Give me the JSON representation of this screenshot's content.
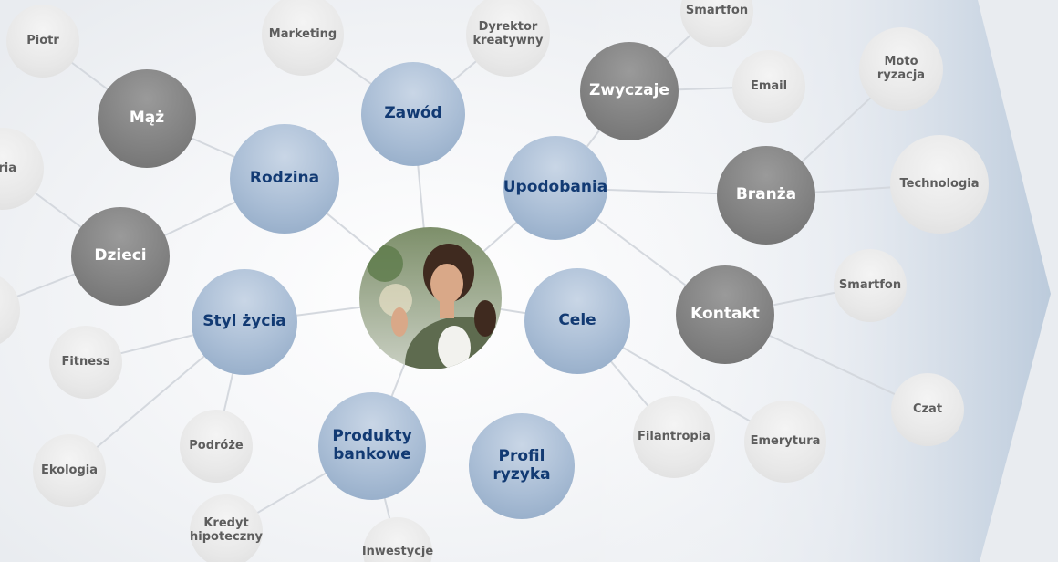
{
  "diagram": {
    "center_image": "woman-with-headset-photo",
    "nodes": [
      {
        "id": "zawod",
        "label": "Zawód",
        "style": "blue"
      },
      {
        "id": "rodzina",
        "label": "Rodzina",
        "style": "blue"
      },
      {
        "id": "upodobania",
        "label": "Upodobania",
        "style": "blue"
      },
      {
        "id": "styl",
        "label": "Styl życia",
        "style": "blue"
      },
      {
        "id": "cele",
        "label": "Cele",
        "style": "blue"
      },
      {
        "id": "produkty",
        "label": "Produkty\nbankowe",
        "style": "blue"
      },
      {
        "id": "profil",
        "label": "Profil ryzyka",
        "style": "blue"
      },
      {
        "id": "maz",
        "label": "Mąż",
        "style": "dark"
      },
      {
        "id": "dzieci",
        "label": "Dzieci",
        "style": "dark"
      },
      {
        "id": "zwyczaje",
        "label": "Zwyczaje",
        "style": "dark"
      },
      {
        "id": "branza",
        "label": "Branża",
        "style": "dark"
      },
      {
        "id": "kontakt",
        "label": "Kontakt",
        "style": "dark"
      },
      {
        "id": "piotr",
        "label": "Piotr",
        "style": "light"
      },
      {
        "id": "ria",
        "label": "ria",
        "style": "light"
      },
      {
        "id": "marketing",
        "label": "Marketing",
        "style": "light"
      },
      {
        "id": "dyrektor",
        "label": "Dyrektor\nkreatywny",
        "style": "light"
      },
      {
        "id": "smartfon1",
        "label": "Smartfon",
        "style": "light"
      },
      {
        "id": "email",
        "label": "Email",
        "style": "light"
      },
      {
        "id": "moto",
        "label": "Moto\nryzacja",
        "style": "light"
      },
      {
        "id": "technologia",
        "label": "Technologia",
        "style": "light"
      },
      {
        "id": "smartfon2",
        "label": "Smartfon",
        "style": "light"
      },
      {
        "id": "czat",
        "label": "Czat",
        "style": "light"
      },
      {
        "id": "fitness",
        "label": "Fitness",
        "style": "light"
      },
      {
        "id": "ekologia",
        "label": "Ekologia",
        "style": "light"
      },
      {
        "id": "podroze",
        "label": "Podróże",
        "style": "light"
      },
      {
        "id": "kredyt",
        "label": "Kredyt\nhipoteczny",
        "style": "light"
      },
      {
        "id": "inwestycje",
        "label": "Inwestycje",
        "style": "light"
      },
      {
        "id": "filantropia",
        "label": "Filantropia",
        "style": "light"
      },
      {
        "id": "emerytura",
        "label": "Emerytura",
        "style": "light"
      },
      {
        "id": "leftpartial",
        "label": "",
        "style": "light"
      }
    ],
    "links": [
      [
        "center",
        "zawod"
      ],
      [
        "center",
        "rodzina"
      ],
      [
        "center",
        "upodobania"
      ],
      [
        "center",
        "styl"
      ],
      [
        "center",
        "cele"
      ],
      [
        "center",
        "produkty"
      ],
      [
        "zawod",
        "marketing"
      ],
      [
        "zawod",
        "dyrektor"
      ],
      [
        "rodzina",
        "maz"
      ],
      [
        "rodzina",
        "dzieci"
      ],
      [
        "maz",
        "piotr"
      ],
      [
        "dzieci",
        "ria"
      ],
      [
        "dzieci",
        "leftpartial"
      ],
      [
        "upodobania",
        "zwyczaje"
      ],
      [
        "upodobania",
        "branza"
      ],
      [
        "upodobania",
        "kontakt"
      ],
      [
        "zwyczaje",
        "smartfon1"
      ],
      [
        "zwyczaje",
        "email"
      ],
      [
        "branza",
        "moto"
      ],
      [
        "branza",
        "technologia"
      ],
      [
        "kontakt",
        "smartfon2"
      ],
      [
        "kontakt",
        "czat"
      ],
      [
        "styl",
        "fitness"
      ],
      [
        "styl",
        "ekologia"
      ],
      [
        "styl",
        "podroze"
      ],
      [
        "produkty",
        "kredyt"
      ],
      [
        "produkty",
        "inwestycje"
      ],
      [
        "cele",
        "filantropia"
      ],
      [
        "cele",
        "emerytura"
      ]
    ]
  }
}
